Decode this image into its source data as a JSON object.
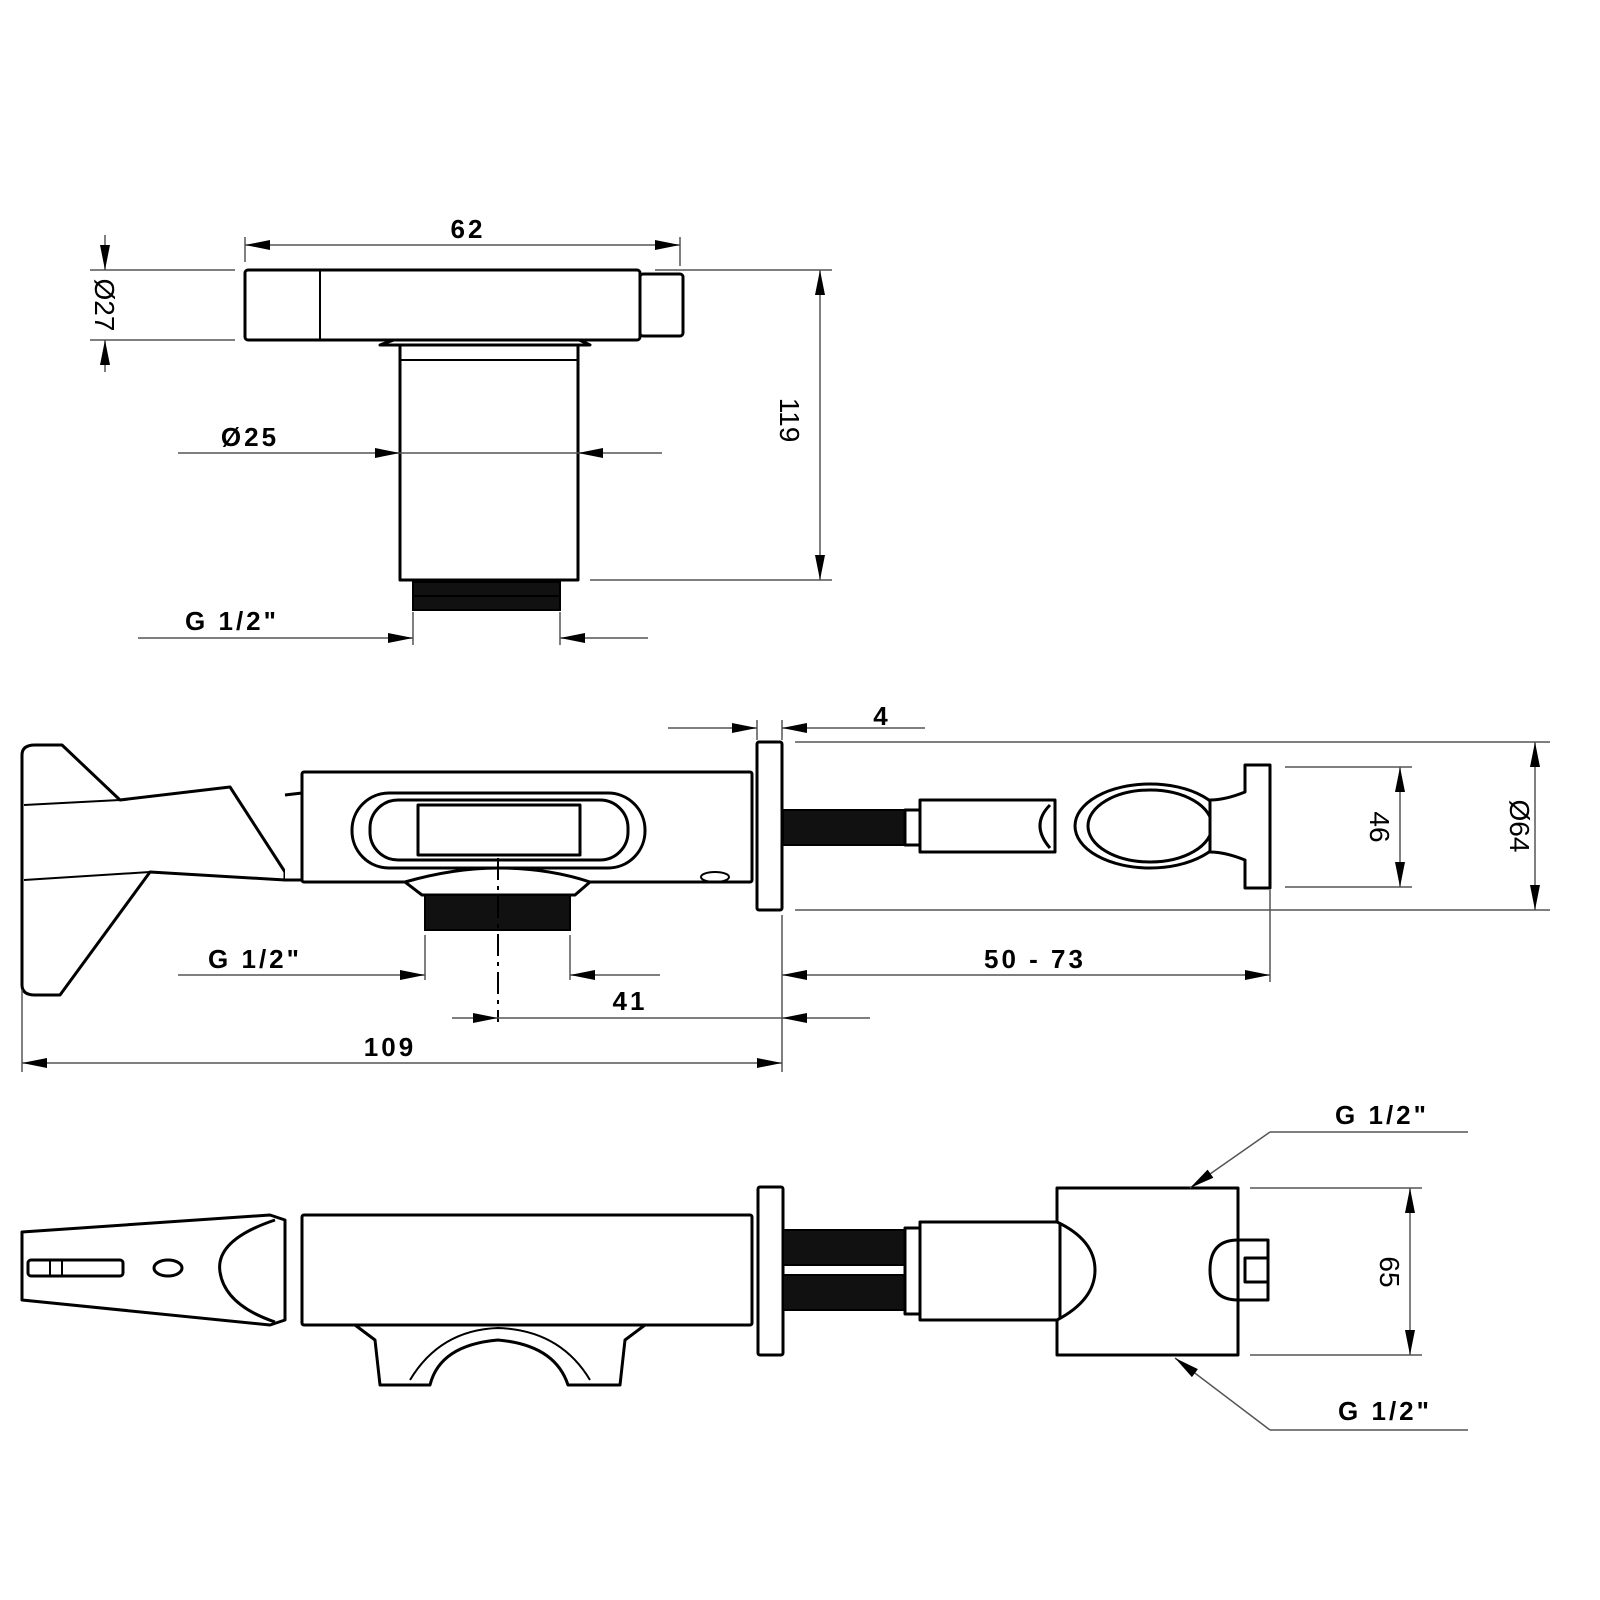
{
  "top_view": {
    "width_62": "62",
    "dia_27": "Ø27",
    "dia_25": "Ø25",
    "height_119": "119",
    "thread": "G 1/2\""
  },
  "side_view": {
    "flange_4": "4",
    "height_46": "46",
    "dia_64": "Ø64",
    "thread": "G 1/2\"",
    "adjust_range": "50 - 73",
    "offset_41": "41",
    "length_109": "109"
  },
  "bottom_view": {
    "thread_top": "G 1/2\"",
    "thread_bottom": "G 1/2\"",
    "height_65": "65"
  }
}
